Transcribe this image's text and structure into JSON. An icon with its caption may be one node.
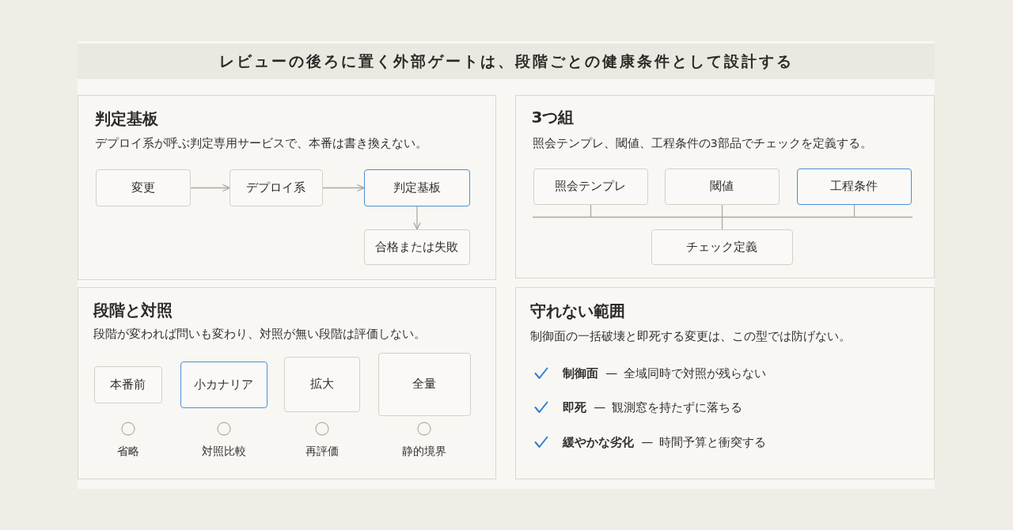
{
  "diagram": {
    "title": "レビューの後ろに置く外部ゲートは、段階ごとの健康条件として設計する",
    "nodes": [
      {
        "text": [
          "判定基板",
          "デプロイ系が呼ぶ判定専用サービスで、本番は書き換えない。"
        ]
      },
      {
        "text": [
          "変更"
        ],
        "in": 0
      },
      {
        "text": [
          "デプロイ系"
        ],
        "in": 0
      },
      {
        "text": [
          "判定基板"
        ],
        "in": 0
      },
      {
        "text": [
          "合格または失敗"
        ],
        "in": 0
      },
      {
        "text": [
          "3つ組",
          "照会テンプレ、閾値、工程条件の3部品でチェックを定義する。"
        ]
      },
      {
        "text": [
          "照会テンプレ"
        ],
        "in": 5
      },
      {
        "text": [
          "閾値"
        ],
        "in": 5
      },
      {
        "text": [
          "工程条件"
        ],
        "in": 5
      },
      {
        "text": [
          "チェック定義"
        ],
        "in": 5
      },
      {
        "text": [
          "段階と対照",
          "段階が変われば問いも変わり、対照が無い段階は評価しない。"
        ]
      },
      {
        "text": [
          "本番前"
        ],
        "in": 10,
        "beside": [
          "省略"
        ]
      },
      {
        "text": [
          "小カナリア"
        ],
        "in": 10,
        "beside": [
          "対照比較"
        ]
      },
      {
        "text": [
          "拡大"
        ],
        "in": 10,
        "beside": [
          "再評価"
        ]
      },
      {
        "text": [
          "全量"
        ],
        "in": 10,
        "beside": [
          "静的境界"
        ]
      },
      {
        "text": [
          "守れない範囲",
          "制御面の一括破壊と即死する変更は、この型では防げない。",
          "**制御面** — 全域同時で対照が残らない",
          "**即死** — 観測窓を持たずに落ちる",
          "**緩やかな劣化** — 時間予算と衝突する"
        ]
      }
    ],
    "edges": [
      {
        "from": 1,
        "to": 2,
        "arrow": "to"
      },
      {
        "from": 2,
        "to": 3,
        "arrow": "to"
      },
      {
        "from": 3,
        "to": 4,
        "arrow": "to"
      },
      {
        "from": 6,
        "to": 9,
        "arrow": "none"
      },
      {
        "from": 7,
        "to": 9,
        "arrow": "none"
      },
      {
        "from": 8,
        "to": 9,
        "arrow": "none"
      }
    ]
  }
}
